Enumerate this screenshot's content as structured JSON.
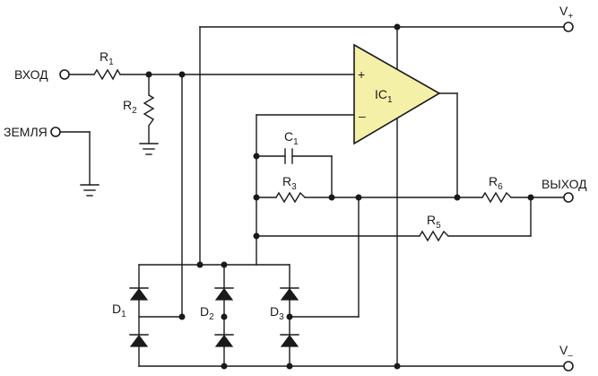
{
  "colors": {
    "wire": "#1a1a1a",
    "opamp_fill": "#f5f0a8",
    "background": "#ffffff"
  },
  "terminals": {
    "input": "ВХОД",
    "ground": "ЗЕМЛЯ",
    "output": "ВЫХОД",
    "vplus": {
      "main": "V",
      "sub": "+"
    },
    "vminus": {
      "main": "V",
      "sub": "–"
    }
  },
  "opamp": {
    "main": "IC",
    "sub": "1",
    "plus_pin": "+",
    "minus_pin": "–"
  },
  "resistors": {
    "r1": {
      "main": "R",
      "sub": "1"
    },
    "r2": {
      "main": "R",
      "sub": "2"
    },
    "r3": {
      "main": "R",
      "sub": "3"
    },
    "r5": {
      "main": "R",
      "sub": "5"
    },
    "r6": {
      "main": "R",
      "sub": "6"
    }
  },
  "capacitors": {
    "c1": {
      "main": "C",
      "sub": "1"
    }
  },
  "diodes": {
    "d1": {
      "main": "D",
      "sub": "1"
    },
    "d2": {
      "main": "D",
      "sub": "2"
    },
    "d3": {
      "main": "D",
      "sub": "3"
    }
  }
}
